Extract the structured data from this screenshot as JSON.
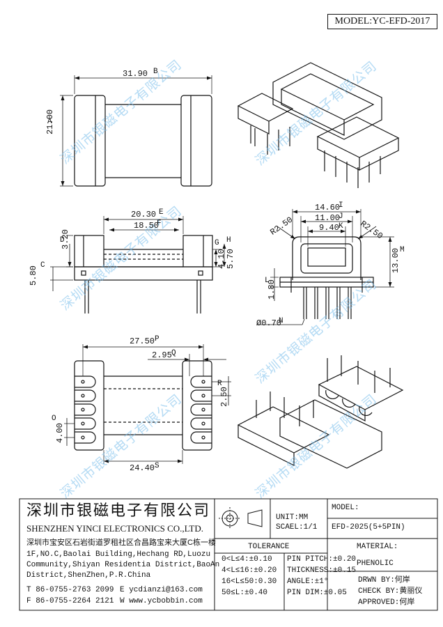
{
  "header": {
    "model_label": "MODEL:YC-EFD-2017"
  },
  "watermark": {
    "text": "深圳市银磁电子有限公司"
  },
  "dims": {
    "B": {
      "value": "31.90",
      "letter": "B"
    },
    "A": {
      "value": "21.00",
      "letter": "A"
    },
    "E": {
      "value": "20.30",
      "letter": "E"
    },
    "F": {
      "value": "18.50",
      "letter": "F"
    },
    "D": {
      "value": "3.20",
      "letter": "D"
    },
    "C": {
      "value": "5.80",
      "letter": "C"
    },
    "G": {
      "value": "4.10",
      "letter": "G"
    },
    "H": {
      "value": "5.70",
      "letter": "H"
    },
    "I": {
      "value": "14.60",
      "letter": "I"
    },
    "J": {
      "value": "11.00",
      "letter": "J"
    },
    "K": {
      "value": "9.40",
      "letter": "K"
    },
    "R1": {
      "value": "R2.50"
    },
    "R2": {
      "value": "R2.50"
    },
    "M": {
      "value": "13.00",
      "letter": "M"
    },
    "L": {
      "value": "1.80",
      "letter": "L"
    },
    "N": {
      "value": "Ø0.70",
      "letter": "N"
    },
    "P": {
      "value": "27.50",
      "letter": "P"
    },
    "Q": {
      "value": "2.95",
      "letter": "Q"
    },
    "R": {
      "value": "2.50",
      "letter": "R"
    },
    "O": {
      "value": "4.00",
      "letter": "O"
    },
    "S": {
      "value": "24.40",
      "letter": "S"
    }
  },
  "title_block": {
    "company_cn": "深圳市银磁电子有限公司",
    "company_en": "SHENZHEN YINCI ELECTRONICS CO.,LTD.",
    "address_cn": "深圳市宝安区石岩街道罗租社区合昌路宝来大厦C栋一楼",
    "address_en": [
      "1F,NO.C,Baolai Building,Hechang RD,Luozu",
      "Community,Shiyan Residentia District,BaoAn",
      "District,ShenZhen,P.R.China"
    ],
    "tel_label": "T 86-0755-2763 2099",
    "fax_label": "F 86-0755-2264 2121",
    "email": "E ycdianzi@163.com",
    "web": "W www.ycbobbin.com",
    "unit": "UNIT:MM",
    "scale": "SCAEL:1/1",
    "model_label": "MODEL:",
    "model_value": "EFD-2025(5+5PIN)",
    "tolerance_title": "TOLERANCE",
    "tolerance_left": [
      "0<L≤4:±0.10",
      "4<L≤16:±0.20",
      "16<L≤50:0.30",
      "50≤L:±0.40"
    ],
    "tolerance_right": [
      "PIN PITCH:±0.20",
      "THICKNESS:±0.15",
      "ANGLE:±1°",
      "PIN DIM:±0.05"
    ],
    "material_label": "MATERIAL:",
    "material_value": "PHENOLIC",
    "drawn_by": "DRWN BY:何岸",
    "check_by": "CHECK BY:黄丽仪",
    "approved": "APPROVED:何岸"
  }
}
